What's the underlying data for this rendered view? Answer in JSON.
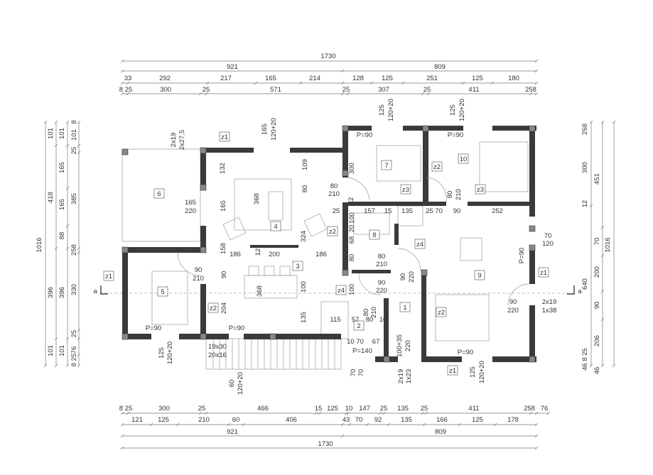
{
  "top_dims": {
    "total": "1730",
    "left": "921",
    "right": "809",
    "row1": [
      "33",
      "292",
      "217",
      "165",
      "214",
      "128",
      "125",
      "251",
      "125",
      "180"
    ],
    "row2": [
      "8 25",
      "300",
      "25",
      "571",
      "25",
      "307",
      "25",
      "411",
      "258"
    ]
  },
  "bottom_dims": {
    "row1": [
      "8 25",
      "300",
      "25",
      "466",
      "15",
      "125",
      "10",
      "147",
      "25",
      "135",
      "25",
      "411",
      "258",
      "76"
    ],
    "row2": [
      "121",
      "125",
      "210",
      "60",
      "406",
      "43",
      "70",
      "92",
      "135",
      "166",
      "125",
      "178"
    ],
    "left": "921",
    "right": "809",
    "total": "1730"
  },
  "left_dims": {
    "total": "1016",
    "col1": [
      "101",
      "418",
      "396",
      "101"
    ],
    "col2": [
      "101",
      "165",
      "165",
      "88",
      "396",
      "101"
    ],
    "col3": [
      "8",
      "101",
      "25",
      "385",
      "258",
      "330",
      "25",
      "76",
      "8 25"
    ]
  },
  "right_dims": {
    "col1": [
      "258",
      "300",
      "12",
      "640",
      "46 8 25"
    ],
    "col2": [
      "451",
      "70",
      "200",
      "90",
      "206",
      "46"
    ],
    "total": "1016"
  },
  "section_marker": "a",
  "rooms": [
    "1",
    "2",
    "3",
    "4",
    "5",
    "6",
    "7",
    "8",
    "9",
    "10"
  ],
  "zones": [
    "z1",
    "z1",
    "z2",
    "z2",
    "z3",
    "z3",
    "z2",
    "z4",
    "z4",
    "z2",
    "z1",
    "z1"
  ],
  "notes": [
    "2x19",
    "2x27,5",
    "165",
    "120+20",
    "132",
    "109",
    "80",
    "368",
    "165",
    "324",
    "158",
    "12",
    "186",
    "200",
    "186",
    "165",
    "220",
    "80",
    "210",
    "125",
    "120+20",
    "125",
    "120+20",
    "P=90",
    "P=90",
    "300",
    "80",
    "210",
    "12",
    "25",
    "157",
    "15",
    "135",
    "25 70",
    "90",
    "252",
    "100",
    "20",
    "68",
    "80",
    "100",
    "80",
    "210",
    "90",
    "220",
    "90",
    "220",
    "70",
    "120",
    "P=90",
    "90",
    "210",
    "90",
    "368",
    "100",
    "204",
    "135",
    "90",
    "220",
    "2x19",
    "1x38",
    "115",
    "57",
    "80",
    "10",
    "80",
    "210",
    "10 70",
    "67",
    "P=140",
    "100+35",
    "220",
    "P=90",
    "P=90",
    "P=90",
    "19x30",
    "20x16",
    "125",
    "120+20",
    "60",
    "120+20",
    "70",
    "70",
    "2x19",
    "1x23",
    "125",
    "120+20"
  ]
}
